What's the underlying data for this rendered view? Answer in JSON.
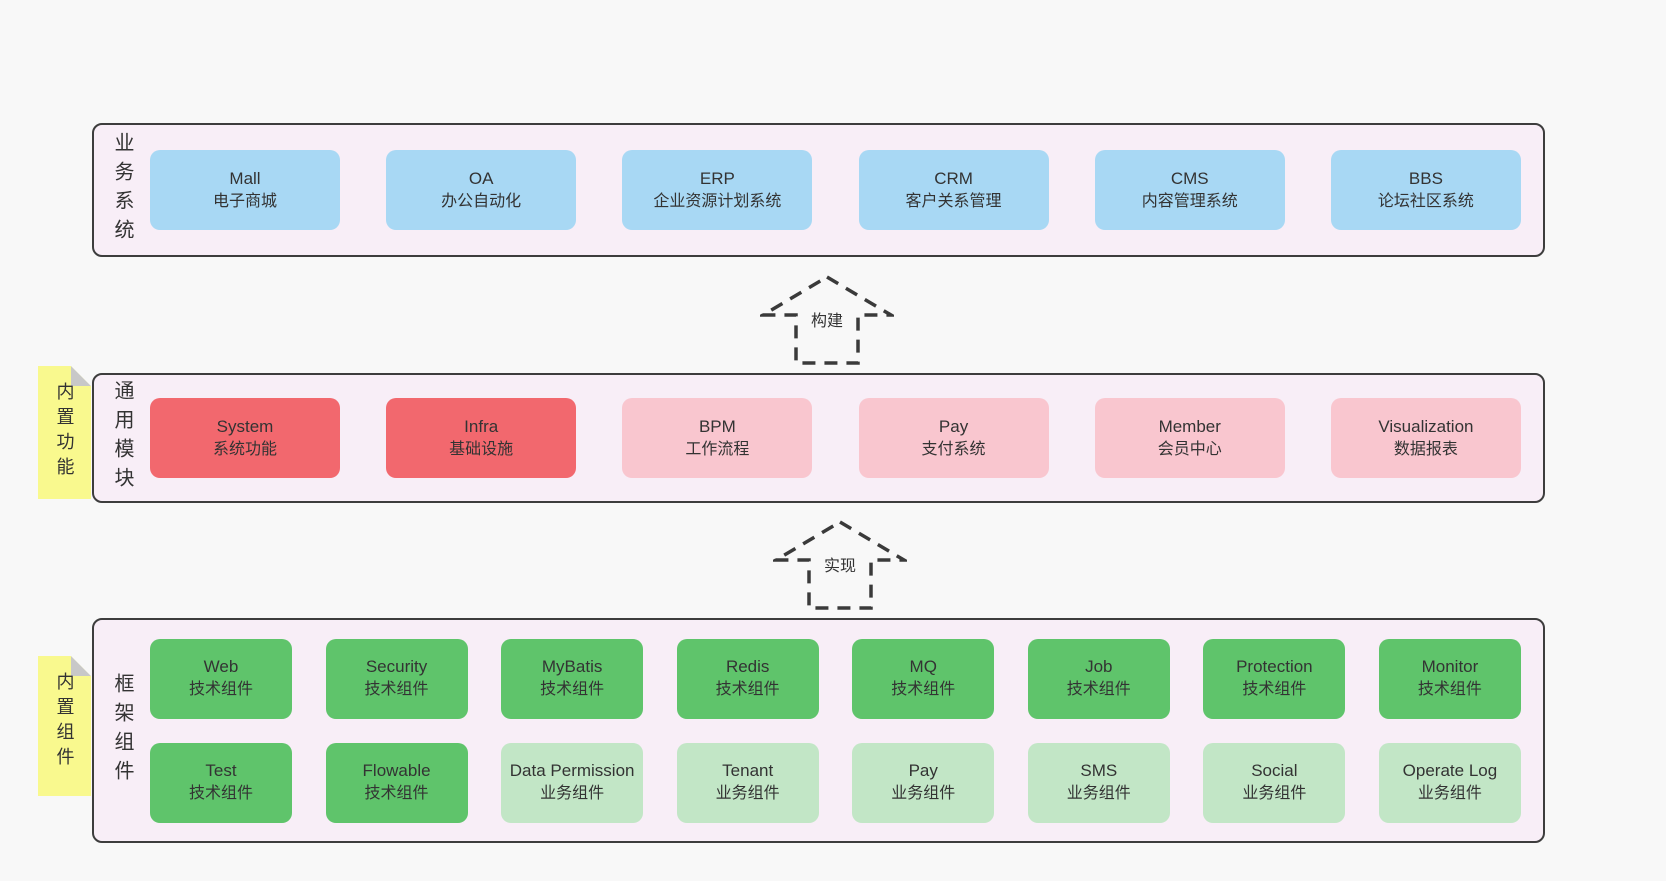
{
  "colors": {
    "page_background": "#f8f8f8",
    "layer_background": "#f8eef7",
    "layer_border": "#3d3d3d",
    "system_box": "#a8d8f4",
    "core_module_box": "#f2686e",
    "extension_module_box": "#f9c6cf",
    "tech_component_box": "#5fc46b",
    "biz_component_box": "#c2e6c6",
    "sticky_note": "#f9f98e",
    "text": "#333333"
  },
  "layers": [
    {
      "id": "business-systems",
      "vertical_label": "业务系统",
      "boxes": [
        {
          "en": "Mall",
          "zh": "电子商城"
        },
        {
          "en": "OA",
          "zh": "办公自动化"
        },
        {
          "en": "ERP",
          "zh": "企业资源计划系统"
        },
        {
          "en": "CRM",
          "zh": "客户关系管理"
        },
        {
          "en": "CMS",
          "zh": "内容管理系统"
        },
        {
          "en": "BBS",
          "zh": "论坛社区系统"
        }
      ]
    },
    {
      "id": "common-modules",
      "vertical_label": "通用模块",
      "note": "内置功能",
      "boxes": [
        {
          "en": "System",
          "zh": "系统功能"
        },
        {
          "en": "Infra",
          "zh": "基础设施"
        },
        {
          "en": "BPM",
          "zh": "工作流程"
        },
        {
          "en": "Pay",
          "zh": "支付系统"
        },
        {
          "en": "Member",
          "zh": "会员中心"
        },
        {
          "en": "Visualization",
          "zh": "数据报表"
        }
      ]
    },
    {
      "id": "framework-components",
      "vertical_label": "框架组件",
      "note": "内置组件",
      "rows": [
        [
          {
            "en": "Web",
            "zh": "技术组件"
          },
          {
            "en": "Security",
            "zh": "技术组件"
          },
          {
            "en": "MyBatis",
            "zh": "技术组件"
          },
          {
            "en": "Redis",
            "zh": "技术组件"
          },
          {
            "en": "MQ",
            "zh": "技术组件"
          },
          {
            "en": "Job",
            "zh": "技术组件"
          },
          {
            "en": "Protection",
            "zh": "技术组件"
          },
          {
            "en": "Monitor",
            "zh": "技术组件"
          }
        ],
        [
          {
            "en": "Test",
            "zh": "技术组件"
          },
          {
            "en": "Flowable",
            "zh": "技术组件"
          },
          {
            "en": "Data Permission",
            "zh": "业务组件"
          },
          {
            "en": "Tenant",
            "zh": "业务组件"
          },
          {
            "en": "Pay",
            "zh": "业务组件"
          },
          {
            "en": "SMS",
            "zh": "业务组件"
          },
          {
            "en": "Social",
            "zh": "业务组件"
          },
          {
            "en": "Operate Log",
            "zh": "业务组件"
          }
        ]
      ]
    }
  ],
  "arrows": [
    {
      "label": "构建"
    },
    {
      "label": "实现"
    }
  ]
}
